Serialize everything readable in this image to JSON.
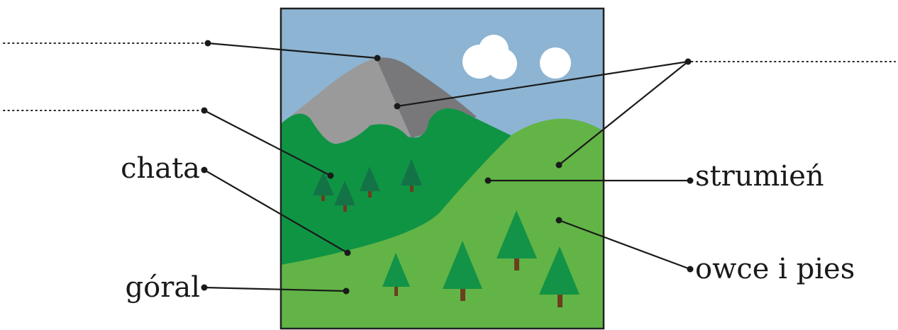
{
  "labels": {
    "cottage": "chata",
    "highlander": "góral",
    "stream": "strumień",
    "sheep_and_dog": "owce i pies"
  },
  "blanks": [
    {
      "id": "blank-top-left",
      "text": ""
    },
    {
      "id": "blank-mid-left",
      "text": ""
    },
    {
      "id": "blank-top-right",
      "text": ""
    }
  ],
  "colors": {
    "sky": "#8DB4D2",
    "mountain_light": "#9A9A9B",
    "mountain_dark": "#78787A",
    "forest": "#0F9444",
    "meadow": "#62B446",
    "tree_dark": "#137347",
    "tree_light": "#139347",
    "trunk": "#6B3E1E",
    "cloud": "#FFFFFF",
    "frame": "#222222",
    "ink": "#1A1A1A"
  }
}
